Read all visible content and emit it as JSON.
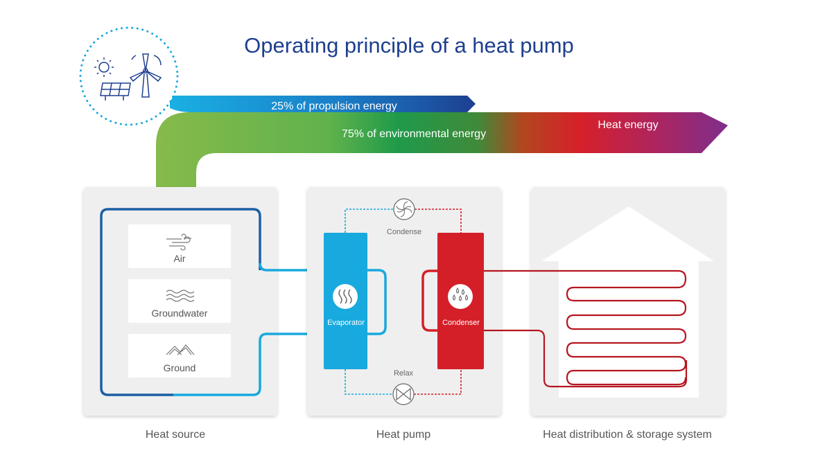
{
  "title": "Operating principle of a heat pump",
  "energy_flow": {
    "propulsion_label": "25% of propulsion energy",
    "environmental_label": "75% of environmental energy",
    "heat_label": "Heat energy"
  },
  "heat_source": {
    "caption": "Heat source",
    "items": [
      {
        "label": "Air",
        "icon": "wind-icon"
      },
      {
        "label": "Groundwater",
        "icon": "waves-icon"
      },
      {
        "label": "Ground",
        "icon": "mountains-icon"
      }
    ]
  },
  "heat_pump": {
    "caption": "Heat pump",
    "evaporator_label": "Evaporator",
    "condenser_label": "Condenser",
    "condense_label": "Condense",
    "relax_label": "Relax"
  },
  "heat_distribution": {
    "caption": "Heat distribution & storage system"
  },
  "colors": {
    "title": "#1e3f8f",
    "cold": "#18a9de",
    "cold_dark": "#1c5ea5",
    "hot": "#d41f28",
    "green": "#84b84a",
    "purple": "#8a2e8c",
    "panel": "#efefef"
  }
}
